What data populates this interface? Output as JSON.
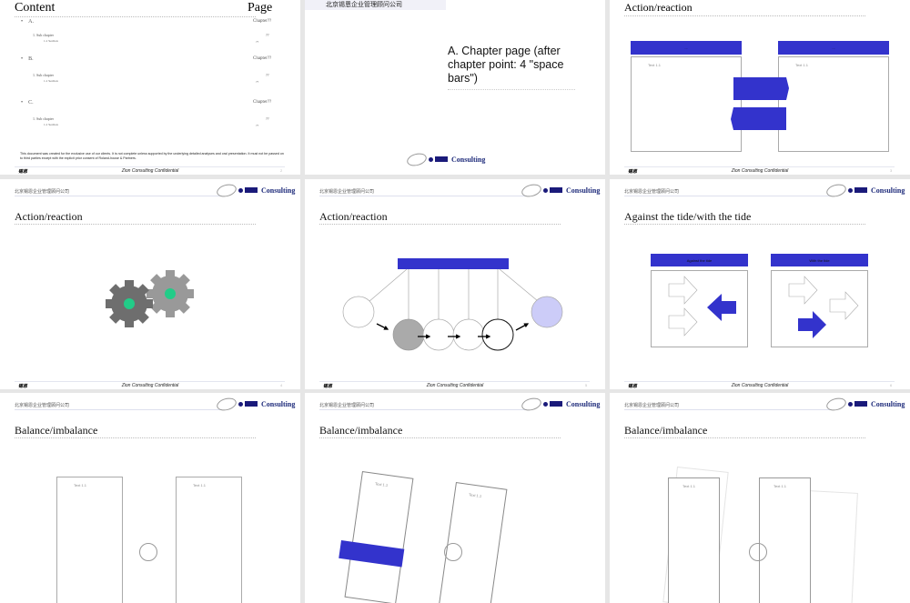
{
  "common": {
    "header_cn": "北京锡恩企业管理顾问公司",
    "logo_text": "Consulting",
    "footer_logo": "锡恩",
    "footer_text": "Zion Consulting Confidential",
    "accent": "#3333cc"
  },
  "slides": [
    {
      "title": "Content",
      "page_label": "Page",
      "sections": [
        {
          "bullet": "A.",
          "page": "Chapter??",
          "sub": "1.   Sub chapter",
          "sub_page": "??",
          "section": "1.1        Section",
          "section_page": "??"
        },
        {
          "bullet": "B.",
          "page": "Chapter??",
          "sub": "1.   Sub chapter",
          "sub_page": "??",
          "section": "1.1        Section",
          "section_page": "??"
        },
        {
          "bullet": "C.",
          "page": "Chapter??",
          "sub": "1.   Sub chapter",
          "sub_page": "??",
          "section": "1.1        Section",
          "section_page": "??"
        }
      ],
      "disclaimer": "This document was created for the exclusive use of our clients. It is not complete unless supported by the underlying detailed analyses and oral presentation. It must not be passed on to third parties except with the explicit prior consent of Roland-house & Partners.",
      "page_num": "2"
    },
    {
      "header_cn": "北京锡恩企业管理顾问公司",
      "chapter_title": "A.    Chapter page (after chapter point: 4 \"space bars\")"
    },
    {
      "title": "Action/reaction",
      "box_label": "...",
      "box_text": "Text 1.1",
      "arrow_label": "...",
      "page_num": "3"
    },
    {
      "title": "Action/reaction",
      "page_num": "4"
    },
    {
      "title": "Action/reaction",
      "page_num": "5"
    },
    {
      "title": "Against the tide/with the tide",
      "left_header": "Against the tide",
      "right_header": "With the tide",
      "arrow_label": "...",
      "page_num": "6"
    },
    {
      "title": "Balance/imbalance",
      "box_text": "Text 1.1"
    },
    {
      "title": "Balance/imbalance",
      "box_text": "Text 1.1"
    },
    {
      "title": "Balance/imbalance",
      "box_text": "Text 1.1"
    }
  ]
}
